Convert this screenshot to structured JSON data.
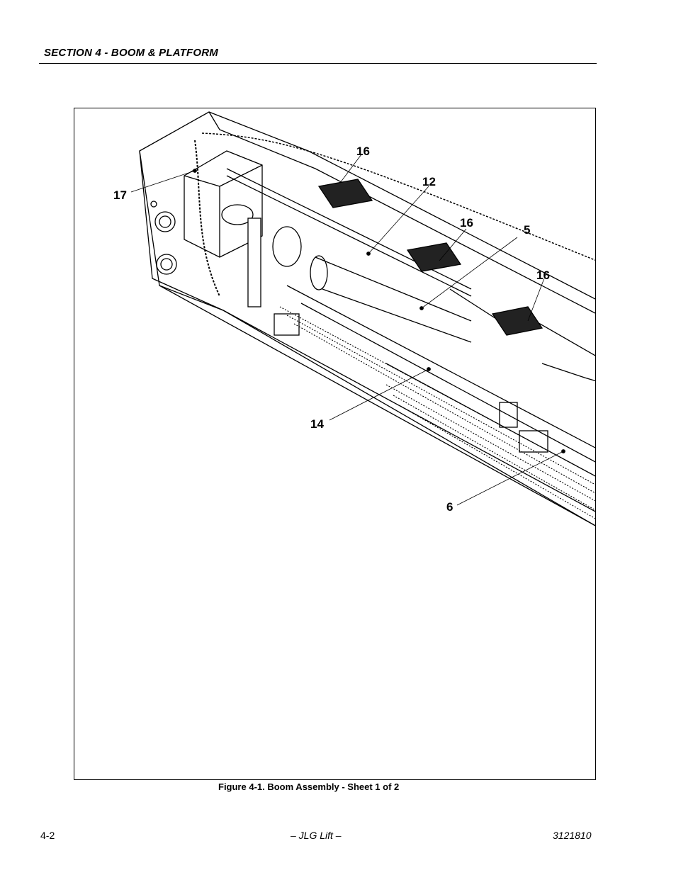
{
  "header": {
    "section_title": "SECTION 4 - BOOM & PLATFORM"
  },
  "figure": {
    "callouts": [
      "16",
      "12",
      "17",
      "16",
      "5",
      "16",
      "14",
      "6"
    ],
    "caption": "Figure 4-1.  Boom Assembly - Sheet 1 of 2"
  },
  "footer": {
    "page_number": "4-2",
    "center": "– JLG Lift –",
    "doc_number": "3121810"
  }
}
